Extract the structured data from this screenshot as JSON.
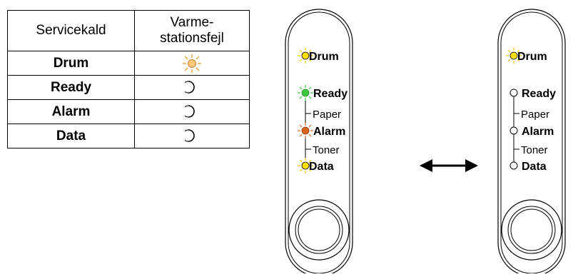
{
  "table": {
    "header_col1": "Servicekald",
    "header_col2_line1": "Varme-",
    "header_col2_line2": "stationsfejl",
    "rows": [
      {
        "label": "Drum",
        "state": "blink"
      },
      {
        "label": "Ready",
        "state": "off"
      },
      {
        "label": "Alarm",
        "state": "off"
      },
      {
        "label": "Data",
        "state": "off"
      }
    ]
  },
  "panel_left": {
    "drum": "Drum",
    "ready": "Ready",
    "paper": "Paper",
    "alarm": "Alarm",
    "toner": "Toner",
    "data": "Data"
  },
  "panel_right": {
    "drum": "Drum",
    "ready": "Ready",
    "paper": "Paper",
    "alarm": "Alarm",
    "toner": "Toner",
    "data": "Data"
  },
  "colors": {
    "yellow_led": "#ffe000",
    "yellow_ray": "#f0c800",
    "green_led": "#3cc83c",
    "green_ray": "#3cc83c",
    "orange_led": "#d8641e",
    "orange_ray": "#e0641e",
    "blink_led": "#ffc878",
    "blink_ray": "#e8a038"
  }
}
